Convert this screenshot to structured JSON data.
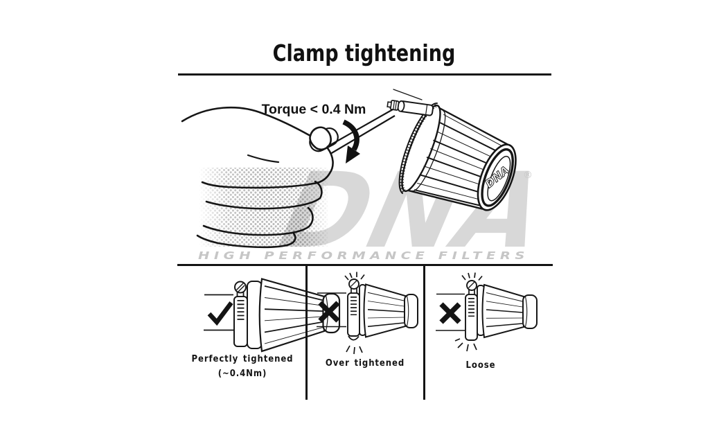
{
  "title": "Clamp tightening",
  "main_diagram": {
    "torque_label": "Torque < 0.4 Nm",
    "watermark": {
      "brand": "DNA",
      "registered": "®",
      "tagline": "HIGH PERFORMANCE FILTERS"
    },
    "cap_logo": "DNA"
  },
  "panels": [
    {
      "verdict": "correct",
      "mark": "check",
      "label": "Perfectly tightened",
      "sublabel": "(~0.4Nm)"
    },
    {
      "verdict": "incorrect",
      "mark": "cross",
      "label": "Over tightened",
      "sublabel": ""
    },
    {
      "verdict": "incorrect",
      "mark": "cross",
      "label": "Loose",
      "sublabel": ""
    }
  ],
  "colors": {
    "ink": "#161616",
    "watermark_gray": "#d8d8d8",
    "tagline_gray": "#c6c6c6",
    "dots_gray": "#b9b9b9",
    "background": "#ffffff"
  }
}
